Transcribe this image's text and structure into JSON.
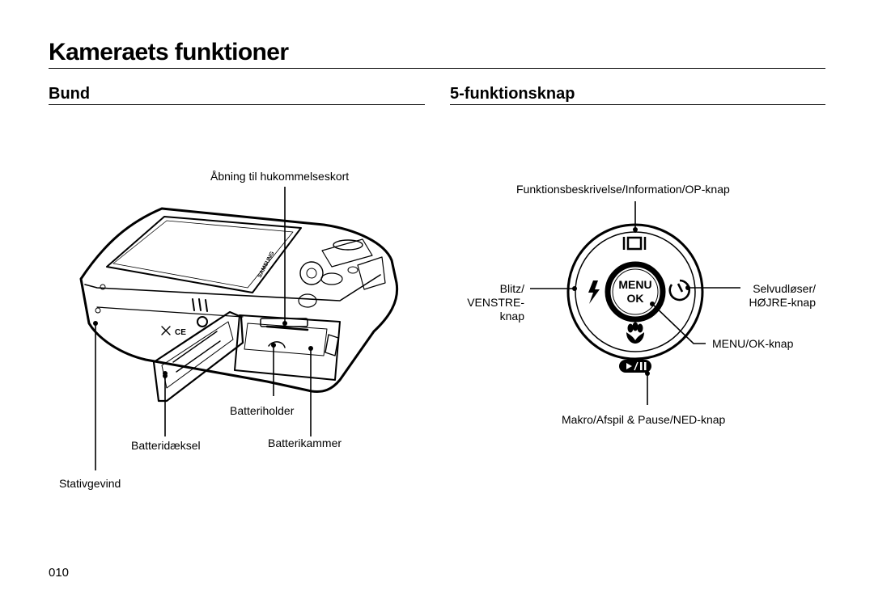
{
  "page": {
    "title": "Kameraets funktioner",
    "page_number": "010"
  },
  "left_section": {
    "heading": "Bund",
    "labels": {
      "memory_card_opening": "Åbning til hukommelseskort",
      "battery_holder": "Batteriholder",
      "battery_cover": "Batteridæksel",
      "battery_chamber": "Batterikammer",
      "tripod_socket": "Stativgevind"
    },
    "camera_brand_text": "SAMSUNG"
  },
  "right_section": {
    "heading": "5-funktionsknap",
    "labels": {
      "function_description": "Funktionsbeskrivelse/Information/OP-knap",
      "flash_left_line1": "Blitz/",
      "flash_left_line2": "VENSTRE-",
      "flash_left_line3": "knap",
      "timer_right_line1": "Selvudløser/",
      "timer_right_line2": "HØJRE-knap",
      "menu_ok": "MENU/OK-knap",
      "macro_play": "Makro/Afspil & Pause/NED-knap"
    },
    "button_text": {
      "menu": "MENU",
      "ok": "OK"
    }
  }
}
